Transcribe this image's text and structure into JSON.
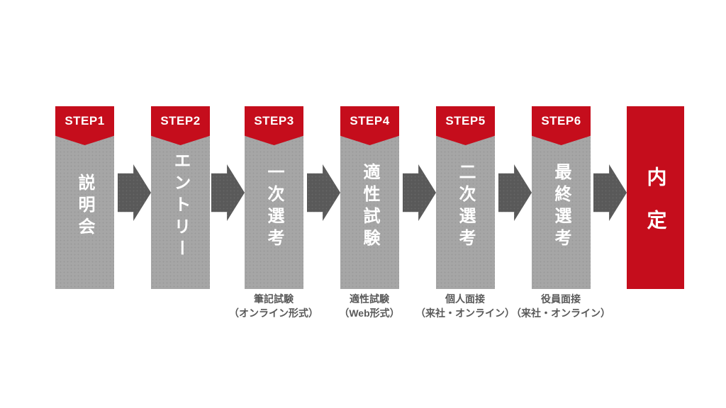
{
  "diagram": {
    "colors": {
      "red": "#c50d1c",
      "bar_gray": "#a6a6a6",
      "arrow_gray": "#595959",
      "note_gray": "#595959",
      "step_text_white": "#ffffff"
    },
    "steps": [
      {
        "step": "STEP1",
        "label": "説明会",
        "note_line1": "",
        "note_line2": ""
      },
      {
        "step": "STEP2",
        "label": "エントリー",
        "note_line1": "",
        "note_line2": ""
      },
      {
        "step": "STEP3",
        "label": "一次選考",
        "note_line1": "筆記試験",
        "note_line2": "（オンライン形式）"
      },
      {
        "step": "STEP4",
        "label": "適性試験",
        "note_line1": "適性試験",
        "note_line2": "（Web形式）"
      },
      {
        "step": "STEP5",
        "label": "二次選考",
        "note_line1": "個人面接",
        "note_line2": "（来社・オンライン）"
      },
      {
        "step": "STEP6",
        "label": "最終選考",
        "note_line1": "役員面接",
        "note_line2": "（来社・オンライン）"
      }
    ],
    "result": {
      "label": "内定"
    }
  }
}
